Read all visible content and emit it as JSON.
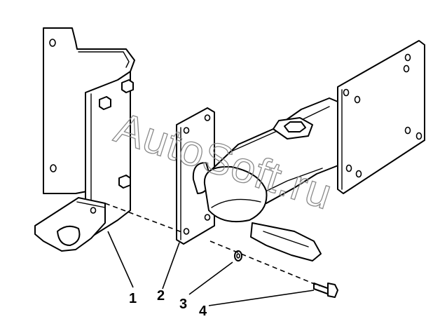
{
  "watermark": {
    "text": "AutoSoft.ru",
    "color": "#8a8a8a"
  },
  "callouts": [
    {
      "label": "1",
      "part": "mounting-bracket"
    },
    {
      "label": "2",
      "part": "adapter-plate"
    },
    {
      "label": "3",
      "part": "washer"
    },
    {
      "label": "4",
      "part": "bolt"
    }
  ],
  "colors": {
    "line": "#000000",
    "background": "#ffffff"
  }
}
